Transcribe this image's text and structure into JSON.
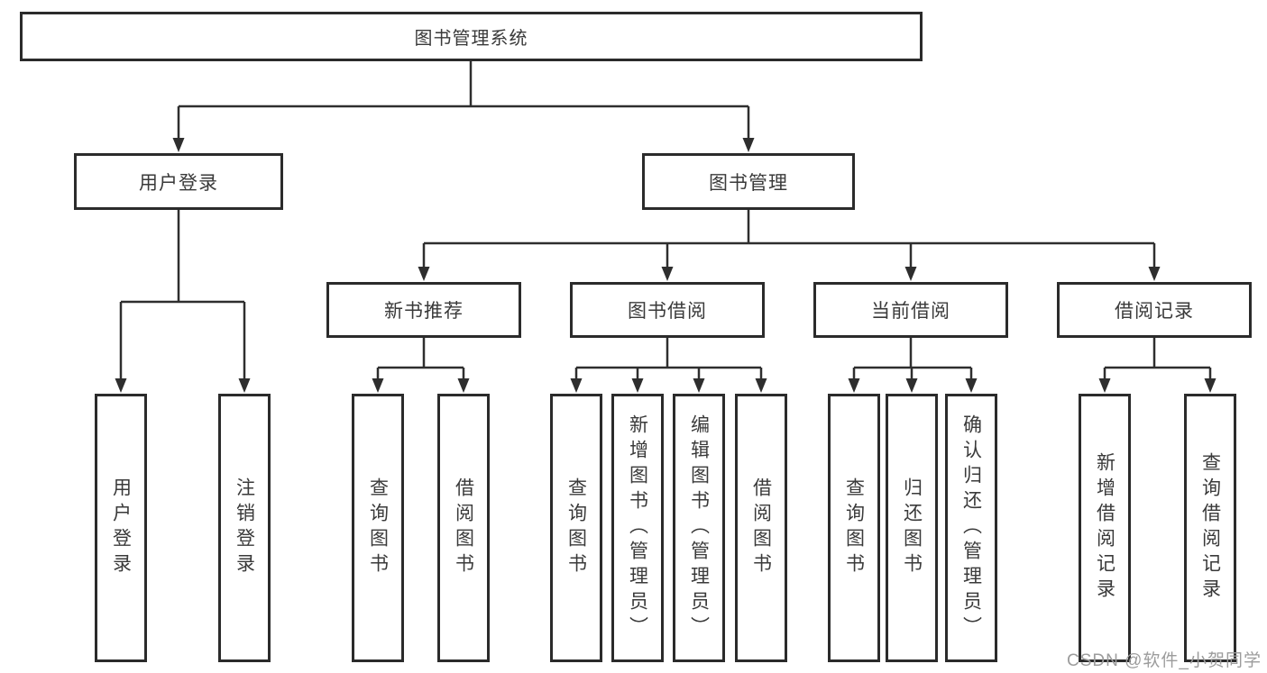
{
  "diagram": {
    "root": "图书管理系统",
    "level2": {
      "user_login": "用户登录",
      "book_mgmt": "图书管理"
    },
    "level3": {
      "new_books": "新书推荐",
      "borrow": "图书借阅",
      "current": "当前借阅",
      "records": "借阅记录"
    },
    "leaves": {
      "g1": [
        "用户登录",
        "注销登录"
      ],
      "g2": [
        "查询图书",
        "借阅图书"
      ],
      "g3": [
        "查询图书",
        "新增图书（管理员）",
        "编辑图书（管理员）",
        "借阅图书"
      ],
      "g4": [
        "查询图书",
        "归还图书",
        "确认归还（管理员）"
      ],
      "g5": [
        "新增借阅记录",
        "查询借阅记录"
      ]
    }
  },
  "watermark": "CSDN @软件_小贺同学",
  "colors": {
    "line": "#2e2e2e",
    "border": "#2b2b2b",
    "text": "#3a3a3a",
    "watermark": "#9c9c9c",
    "background": "#ffffff"
  }
}
